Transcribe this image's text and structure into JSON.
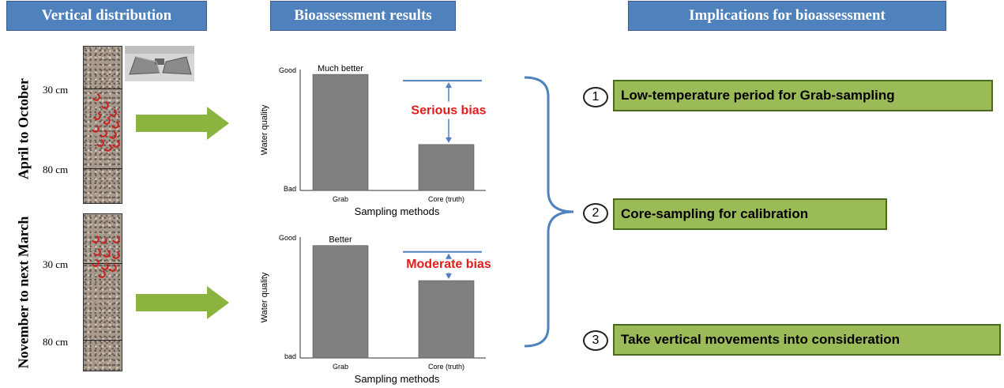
{
  "headers": {
    "vertical": "Vertical distribution",
    "bioassessment": "Bioassessment results",
    "implications": "Implications for bioassessment"
  },
  "seasons": {
    "top": "April to October",
    "bottom": "November to next March"
  },
  "depths": {
    "top_30": "30 cm",
    "top_80": "80 cm",
    "bottom_30": "30 cm",
    "bottom_80": "80 cm"
  },
  "chart_data": [
    {
      "type": "bar",
      "categories": [
        "Grab",
        "Core (truth)"
      ],
      "values": [
        0.96,
        0.38
      ],
      "xlabel": "Sampling methods",
      "ylabel": "Water quality",
      "y_top_label": "Good",
      "y_bottom_label": "Bad",
      "bar_label": "Much better",
      "bias_label": "Serious bias"
    },
    {
      "type": "bar",
      "categories": [
        "Grab",
        "Core (truth)"
      ],
      "values": [
        0.93,
        0.64
      ],
      "xlabel": "Sampling methods",
      "ylabel": "Water quality",
      "y_top_label": "Good",
      "y_bottom_label": "bad",
      "bar_label": "Better",
      "bias_label": "Moderate bias"
    }
  ],
  "implications": [
    {
      "num": "1",
      "text": "Low-temperature period for Grab-sampling"
    },
    {
      "num": "2",
      "text": "Core-sampling for calibration"
    },
    {
      "num": "3",
      "text": "Take vertical movements into consideration"
    }
  ],
  "colors": {
    "header": "#4f81bd",
    "arrow": "#8bb33f",
    "box": "#9bbb59",
    "bar": "#7f7f7f",
    "bias": "#e31b1b",
    "bracket": "#4f81bd",
    "organism": "#cc1f1f"
  }
}
